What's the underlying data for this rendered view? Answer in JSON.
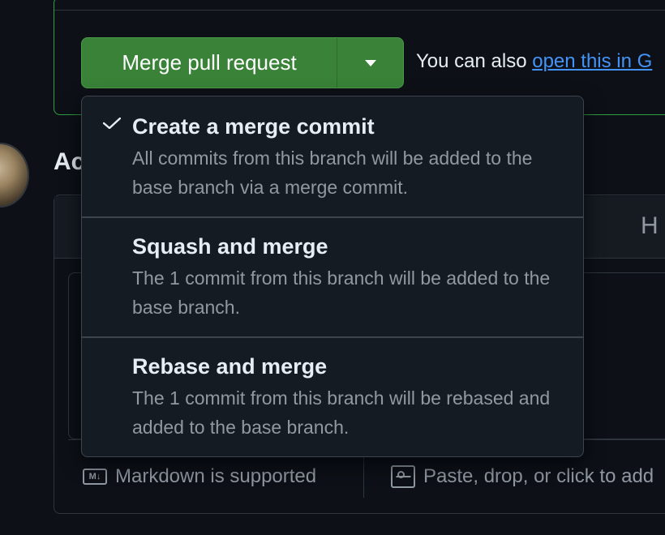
{
  "merge": {
    "button_label": "Merge pull request",
    "also_prefix": "You can also ",
    "also_link": "open this in G"
  },
  "comment": {
    "title_fragment": "Ac",
    "tab_fragment": "H",
    "markdown_label": "Markdown is supported",
    "markdown_icon_text": "M↓",
    "paste_label": "Paste, drop, or click to add"
  },
  "dropdown": {
    "options": [
      {
        "title": "Create a merge commit",
        "description": "All commits from this branch will be added to the base branch via a merge commit.",
        "selected": true
      },
      {
        "title": "Squash and merge",
        "description": "The 1 commit from this branch will be added to the base branch.",
        "selected": false
      },
      {
        "title": "Rebase and merge",
        "description": "The 1 commit from this branch will be rebased and added to the base branch.",
        "selected": false
      }
    ]
  },
  "colors": {
    "background": "#0d1117",
    "merge_green": "#398238",
    "link_blue": "#4493f8",
    "muted_text": "#9198a1"
  }
}
